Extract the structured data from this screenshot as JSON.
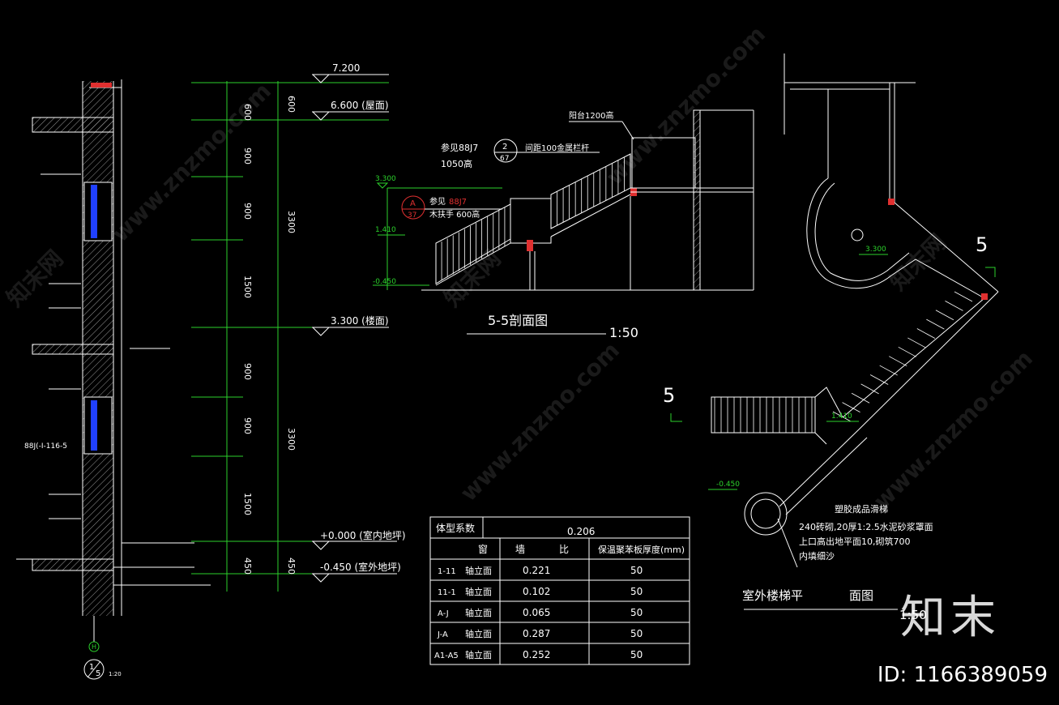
{
  "colors": {
    "background": "#000000",
    "line": "#ffffff",
    "dimension": "#2bd12b",
    "accent": "#e03030"
  },
  "elevations": {
    "e1": "7.200",
    "e2": "6.600 (屋面)",
    "e3": "3.300 (楼面)",
    "e4": "+0.000 (室内地坪)",
    "e5": "-0.450 (室外地坪)"
  },
  "dims_left": [
    "600",
    "900",
    "900",
    "1500",
    "900",
    "900",
    "1500",
    "450"
  ],
  "dims_right": [
    "600",
    "3300",
    "3300",
    "450"
  ],
  "section": {
    "title": "5-5剖面图",
    "scale": "1:50",
    "note1": "参见88J7",
    "note1b": "1050高",
    "circ_top": "2",
    "circ_bot": "67",
    "note2": "间距100金属栏杆",
    "note3": "阳台1200高",
    "detail_top": "A",
    "detail_bot": "37",
    "note4": "参见",
    "note4r": "88J7",
    "note5": "木扶手 600高",
    "lev1": "3.300",
    "lev2": "1.410",
    "lev3": "-0.450"
  },
  "plan": {
    "title": "室外楼梯平",
    "title2": "面图",
    "scale": "1:50",
    "cut_right": "5",
    "cut_left": "5",
    "lev_a": "3.300",
    "lev_b": "1.410",
    "lev_c": "-0.450",
    "note_a": "塑胶成品滑梯",
    "note_b": "240砖砌,20厚1:2.5水泥砂浆罩面",
    "note_c": "上口高出地平面10,砌筑700",
    "note_d": "内填细沙"
  },
  "table": {
    "header_label": "体型系数",
    "header_value": "0.206",
    "col1": "窗",
    "col2": "墙",
    "col3": "比",
    "col4": "保温聚苯板厚度(mm)",
    "rows": [
      {
        "axis": "1-11",
        "label": "轴立面",
        "ratio": "0.221",
        "thk": "50"
      },
      {
        "axis": "11-1",
        "label": "轴立面",
        "ratio": "0.102",
        "thk": "50"
      },
      {
        "axis": "A-J",
        "label": "轴立面",
        "ratio": "0.065",
        "thk": "50"
      },
      {
        "axis": "J-A",
        "label": "轴立面",
        "ratio": "0.287",
        "thk": "50"
      },
      {
        "axis": "A1-A5",
        "label": "轴立面",
        "ratio": "0.252",
        "thk": "50"
      }
    ]
  },
  "wall": {
    "detail_num": "1",
    "detail_den": "5",
    "detail_scale": "1:20",
    "axis": "H",
    "note": "88J(-I-116-5"
  },
  "watermark": {
    "site": "www.znzmo.com",
    "brand": "知末网",
    "logo": "知末",
    "id": "ID: 1166389059"
  }
}
